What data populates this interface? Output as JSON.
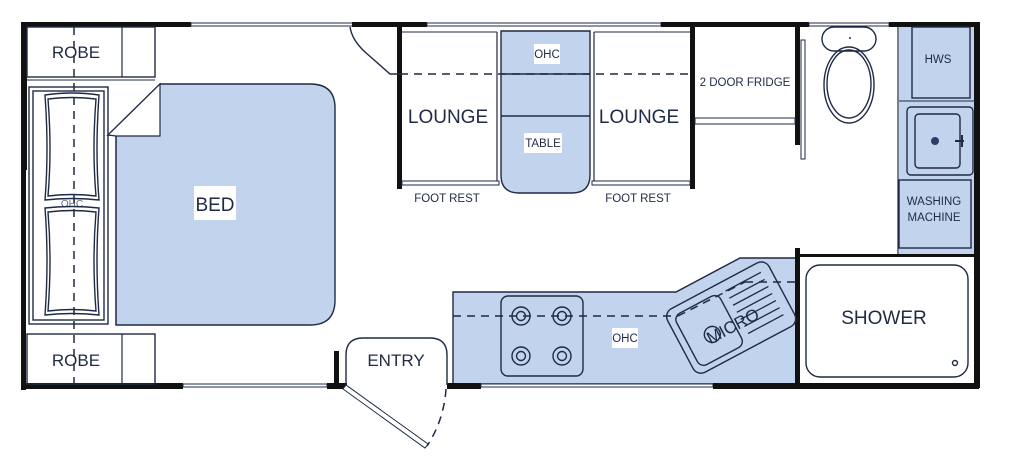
{
  "floorplan": {
    "colors": {
      "accent_fill": "#c2d4ed",
      "wall": "#111111",
      "line": "#1f2a44"
    },
    "labels": {
      "robe_top": "ROBE",
      "robe_bottom": "ROBE",
      "bed": "BED",
      "ohc_bedhead": "OHC",
      "lounge_left": "LOUNGE",
      "lounge_right": "LOUNGE",
      "ohc_dinette": "OHC",
      "table": "TABLE",
      "foot_rest_left": "FOOT REST",
      "foot_rest_right": "FOOT REST",
      "fridge": "2 DOOR FRIDGE",
      "hws": "HWS",
      "washing_machine_line1": "WASHING",
      "washing_machine_line2": "MACHINE",
      "ohc_kitchen": "OHC",
      "micro": "MICRO",
      "entry": "ENTRY",
      "shower": "SHOWER"
    },
    "icons": [
      "pillow-icon",
      "cooktop-icon",
      "sink-icon",
      "toilet-icon",
      "basin-icon",
      "door-swing-icon"
    ]
  }
}
